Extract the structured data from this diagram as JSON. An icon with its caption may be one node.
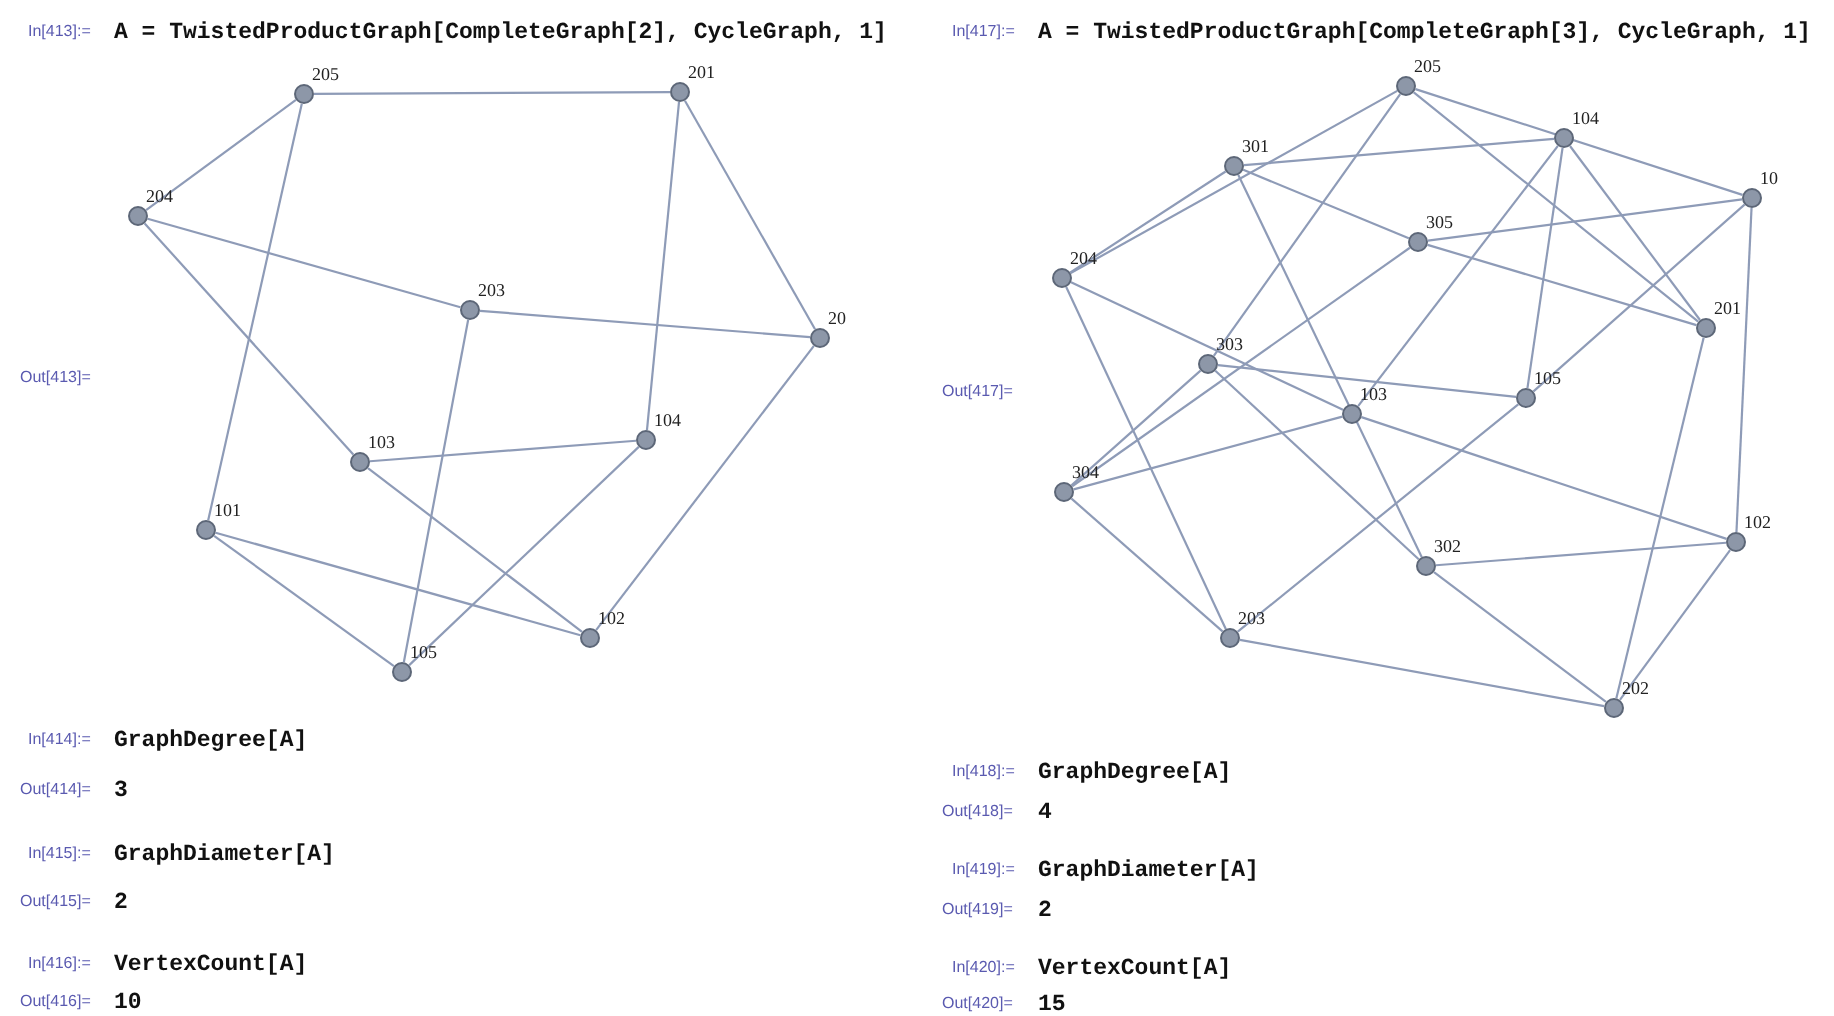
{
  "diagram": {
    "nodes": [
      {
        "text": [],
        "shape": "circle",
        "beside": [
          "205"
        ]
      },
      {
        "text": [],
        "shape": "circle",
        "beside": [
          "201"
        ]
      },
      {
        "text": [],
        "shape": "circle",
        "beside": [
          "204"
        ]
      },
      {
        "text": [],
        "shape": "circle",
        "beside": [
          "203"
        ]
      },
      {
        "text": [],
        "shape": "circle",
        "beside": [
          "20"
        ]
      },
      {
        "text": [],
        "shape": "circle",
        "beside": [
          "104"
        ]
      },
      {
        "text": [],
        "shape": "circle",
        "beside": [
          "103"
        ]
      },
      {
        "text": [],
        "shape": "circle",
        "beside": [
          "101"
        ]
      },
      {
        "text": [],
        "shape": "circle",
        "beside": [
          "102"
        ]
      },
      {
        "text": [],
        "shape": "circle",
        "beside": [
          "105"
        ]
      },
      {
        "text": [],
        "shape": "circle",
        "beside": [
          "205"
        ]
      },
      {
        "text": [],
        "shape": "circle",
        "beside": [
          "104"
        ]
      },
      {
        "text": [],
        "shape": "circle",
        "beside": [
          "301"
        ]
      },
      {
        "text": [],
        "shape": "circle",
        "beside": [
          "10"
        ]
      },
      {
        "text": [],
        "shape": "circle",
        "beside": [
          "305"
        ]
      },
      {
        "text": [],
        "shape": "circle",
        "beside": [
          "204"
        ]
      },
      {
        "text": [],
        "shape": "circle",
        "beside": [
          "201"
        ]
      },
      {
        "text": [],
        "shape": "circle",
        "beside": [
          "303"
        ]
      },
      {
        "text": [],
        "shape": "circle",
        "beside": [
          "105"
        ]
      },
      {
        "text": [],
        "shape": "circle",
        "beside": [
          "103"
        ]
      },
      {
        "text": [],
        "shape": "circle",
        "beside": [
          "304"
        ]
      },
      {
        "text": [],
        "shape": "circle",
        "beside": [
          "102"
        ]
      },
      {
        "text": [],
        "shape": "circle",
        "beside": [
          "302"
        ]
      },
      {
        "text": [],
        "shape": "circle",
        "beside": [
          "203"
        ]
      },
      {
        "text": [],
        "shape": "circle",
        "beside": [
          "202"
        ]
      }
    ],
    "edges": [
      {
        "from": 0,
        "to": 1,
        "arrow": "none"
      },
      {
        "from": 0,
        "to": 2,
        "arrow": "none"
      },
      {
        "from": 0,
        "to": 7,
        "arrow": "none"
      },
      {
        "from": 1,
        "to": 5,
        "arrow": "none"
      },
      {
        "from": 1,
        "to": 4,
        "arrow": "none"
      },
      {
        "from": 2,
        "to": 3,
        "arrow": "none"
      },
      {
        "from": 2,
        "to": 6,
        "arrow": "none"
      },
      {
        "from": 3,
        "to": 4,
        "arrow": "none"
      },
      {
        "from": 3,
        "to": 9,
        "arrow": "none"
      },
      {
        "from": 6,
        "to": 5,
        "arrow": "none"
      },
      {
        "from": 6,
        "to": 8,
        "arrow": "none"
      },
      {
        "from": 5,
        "to": 9,
        "arrow": "none"
      },
      {
        "from": 4,
        "to": 8,
        "arrow": "none"
      },
      {
        "from": 7,
        "to": 8,
        "arrow": "none"
      },
      {
        "from": 7,
        "to": 9,
        "arrow": "none"
      },
      {
        "from": 13,
        "to": 21,
        "arrow": "none"
      },
      {
        "from": 21,
        "to": 19,
        "arrow": "none"
      },
      {
        "from": 19,
        "to": 11,
        "arrow": "none"
      },
      {
        "from": 11,
        "to": 18,
        "arrow": "none"
      },
      {
        "from": 18,
        "to": 13,
        "arrow": "none"
      },
      {
        "from": 16,
        "to": 24,
        "arrow": "none"
      },
      {
        "from": 24,
        "to": 23,
        "arrow": "none"
      },
      {
        "from": 23,
        "to": 15,
        "arrow": "none"
      },
      {
        "from": 15,
        "to": 10,
        "arrow": "none"
      },
      {
        "from": 10,
        "to": 16,
        "arrow": "none"
      },
      {
        "from": 12,
        "to": 22,
        "arrow": "none"
      },
      {
        "from": 22,
        "to": 17,
        "arrow": "none"
      },
      {
        "from": 17,
        "to": 20,
        "arrow": "none"
      },
      {
        "from": 20,
        "to": 14,
        "arrow": "none"
      },
      {
        "from": 14,
        "to": 12,
        "arrow": "none"
      },
      {
        "from": 10,
        "to": 17,
        "arrow": "none"
      },
      {
        "from": 10,
        "to": 13,
        "arrow": "none"
      },
      {
        "from": 11,
        "to": 12,
        "arrow": "none"
      },
      {
        "from": 11,
        "to": 16,
        "arrow": "none"
      },
      {
        "from": 21,
        "to": 22,
        "arrow": "none"
      },
      {
        "from": 21,
        "to": 24,
        "arrow": "none"
      },
      {
        "from": 19,
        "to": 15,
        "arrow": "none"
      },
      {
        "from": 19,
        "to": 20,
        "arrow": "none"
      },
      {
        "from": 18,
        "to": 17,
        "arrow": "none"
      },
      {
        "from": 18,
        "to": 23,
        "arrow": "none"
      },
      {
        "from": 12,
        "to": 15,
        "arrow": "none"
      },
      {
        "from": 14,
        "to": 13,
        "arrow": "none"
      },
      {
        "from": 14,
        "to": 16,
        "arrow": "none"
      },
      {
        "from": 22,
        "to": 24,
        "arrow": "none"
      },
      {
        "from": 20,
        "to": 23,
        "arrow": "none"
      }
    ],
    "labels": [
      "In[413]:=",
      "A = TwistedProductGraph[CompleteGraph[2], CycleGraph, 1]",
      "Out[413]=",
      "In[414]:=",
      "GraphDegree[A]",
      "Out[414]=",
      "3",
      "In[415]:=",
      "GraphDiameter[A]",
      "Out[415]=",
      "2",
      "In[416]:=",
      "VertexCount[A]",
      "Out[416]=",
      "10",
      "In[417]:=",
      "A = TwistedProductGraph[CompleteGraph[3], CycleGraph, 1]",
      "Out[417]=",
      "In[418]:=",
      "GraphDegree[A]",
      "Out[418]=",
      "4",
      "In[419]:=",
      "GraphDiameter[A]",
      "Out[419]=",
      "2",
      "In[420]:=",
      "VertexCount[A]",
      "Out[420]=",
      "15"
    ]
  }
}
